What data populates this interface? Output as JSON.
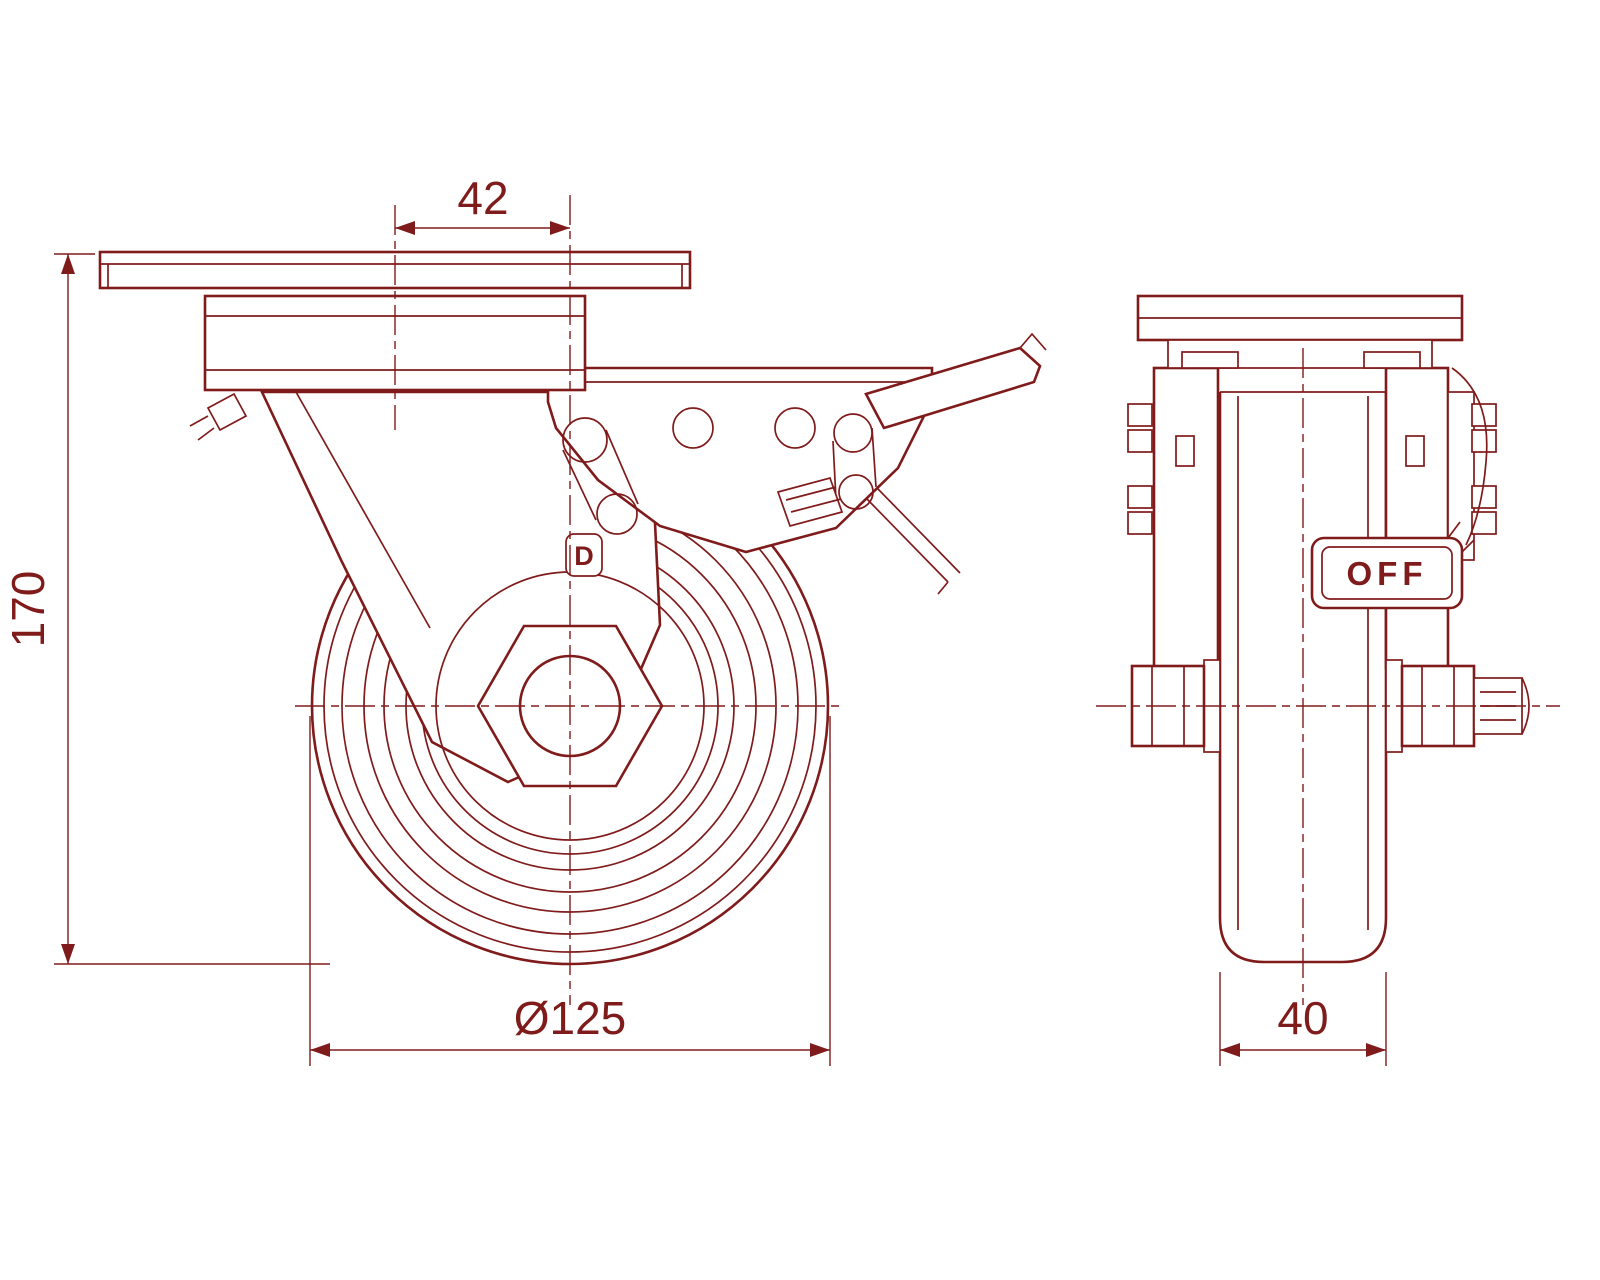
{
  "dimensions": {
    "plate_offset": "42",
    "overall_height": "170",
    "wheel_diameter": "Ø125",
    "wheel_width": "40"
  },
  "labels": {
    "brake_state": "OFF",
    "logo": "D"
  },
  "colors": {
    "line": "#801b1b",
    "background": "#ffffff"
  }
}
